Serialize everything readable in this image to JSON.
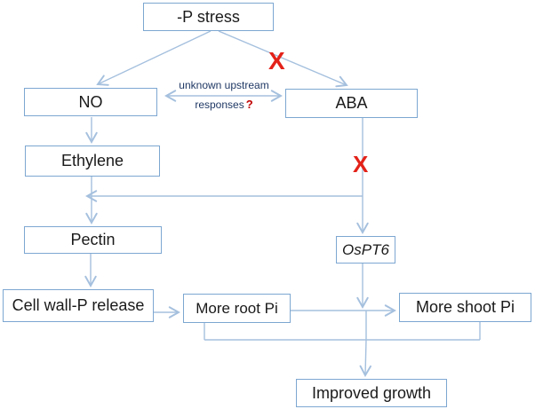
{
  "diagram": {
    "nodes": {
      "p_stress": {
        "label": "-P stress"
      },
      "no": {
        "label": "NO"
      },
      "aba": {
        "label": "ABA"
      },
      "ethylene": {
        "label": "Ethylene"
      },
      "pectin": {
        "label": "Pectin"
      },
      "ospt6": {
        "label": "OsPT6"
      },
      "cell_wall": {
        "label": "Cell wall-P release"
      },
      "root_pi": {
        "label": "More root Pi"
      },
      "shoot_pi": {
        "label": "More shoot Pi"
      },
      "improved": {
        "label": "Improved growth"
      }
    },
    "annotations": {
      "upstream_line1": "unknown upstream",
      "upstream_line2": "responses",
      "question_mark": "?",
      "blocked_mark": "X"
    },
    "colors": {
      "box_border": "#7da7d1",
      "connector": "#a5c0de",
      "blocked_red": "#e32219",
      "annotation_navy": "#1f3864",
      "question_red": "#c00000",
      "text": "#1a1a1a",
      "background": "#ffffff"
    }
  }
}
